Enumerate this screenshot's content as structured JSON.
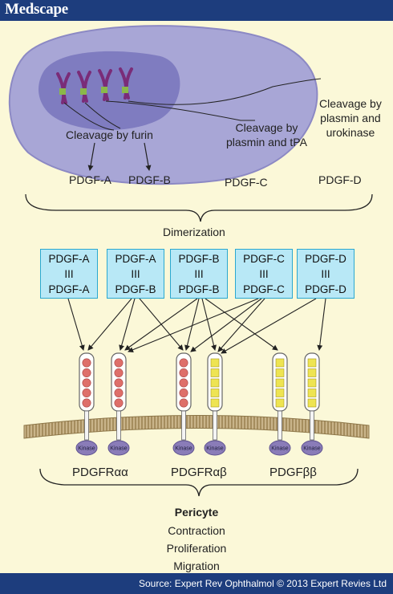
{
  "header": {
    "logo": "Medscape"
  },
  "cell": {
    "furin_label": "Cleavage by furin",
    "plasmin_tpa_label": "Cleavage by\nplasmin and tPA",
    "plasmin_urokinase_label": "Cleavage by\nplasmin and\nurokinase"
  },
  "ligands": [
    "PDGF-A",
    "PDGF-B",
    "PDGF-C",
    "PDGF-D"
  ],
  "dimerization": "Dimerization",
  "dimers": [
    {
      "top": "PDGF-A",
      "mid": "III",
      "bottom": "PDGF-A"
    },
    {
      "top": "PDGF-A",
      "mid": "III",
      "bottom": "PDGF-B"
    },
    {
      "top": "PDGF-B",
      "mid": "III",
      "bottom": "PDGF-B"
    },
    {
      "top": "PDGF-C",
      "mid": "III",
      "bottom": "PDGF-C"
    },
    {
      "top": "PDGF-D",
      "mid": "III",
      "bottom": "PDGF-D"
    }
  ],
  "kinase_label": "Kinase",
  "receptors": [
    "PDGFRαα",
    "PDGFRαβ",
    "PDGFββ"
  ],
  "outcome": {
    "title": "Pericyte",
    "items": [
      "Contraction",
      "Proliferation",
      "Migration"
    ]
  },
  "footer": {
    "source": "Source: Expert Rev Ophthalmol © 2013 Expert Revies Ltd"
  },
  "colors": {
    "header_bg": "#1d3d7d",
    "background": "#fbf8d8",
    "cell": "#a8a6d6",
    "nucleus": "#7f7cc0",
    "chromosome": "#7a2c78",
    "alpha_receptor": "#de6f6a",
    "beta_receptor": "#eee452",
    "box_fill": "#b8e8f6"
  }
}
